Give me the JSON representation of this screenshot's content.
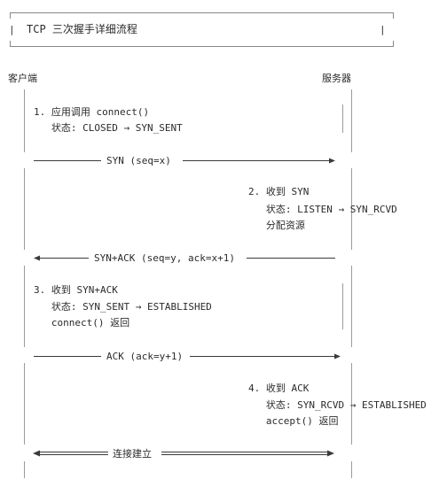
{
  "title": "TCP 三次握手详细流程",
  "actors": {
    "client": "客户端",
    "server": "服务器"
  },
  "steps": [
    {
      "side": "client",
      "lines": [
        "1. 应用调用 connect()",
        "   状态: CLOSED → SYN_SENT"
      ]
    },
    {
      "side": "server",
      "lines": [
        "2. 收到 SYN",
        "   状态: LISTEN → SYN_RCVD",
        "   分配资源"
      ]
    },
    {
      "side": "client",
      "lines": [
        "3. 收到 SYN+ACK",
        "   状态: SYN_SENT → ESTABLISHED",
        "   connect() 返回"
      ]
    },
    {
      "side": "server",
      "lines": [
        "4. 收到 ACK",
        "   状态: SYN_RCVD → ESTABLISHED",
        "   accept() 返回"
      ]
    }
  ],
  "messages": [
    {
      "label": "SYN (seq=x)",
      "direction": "client-to-server",
      "style": "single"
    },
    {
      "label": "SYN+ACK (seq=y, ack=x+1)",
      "direction": "server-to-client",
      "style": "single"
    },
    {
      "label": "ACK (ack=y+1)",
      "direction": "client-to-server",
      "style": "single"
    },
    {
      "label": "连接建立",
      "direction": "both",
      "style": "double"
    }
  ]
}
